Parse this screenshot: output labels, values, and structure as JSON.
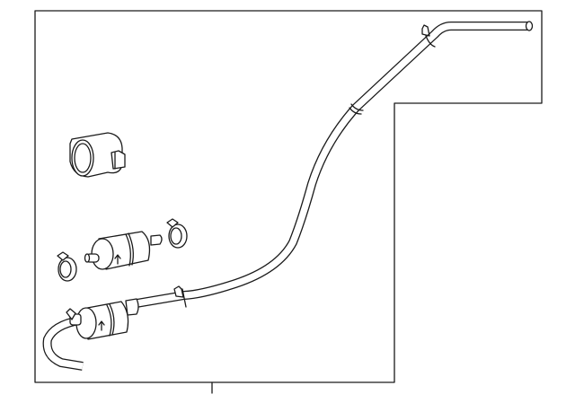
{
  "diagram": {
    "type": "parts-diagram",
    "colors": {
      "line": "#1a1a1a",
      "background": "#ffffff"
    },
    "parts": [
      {
        "name": "fuel-line-hose"
      },
      {
        "name": "sensor-housing"
      },
      {
        "name": "fuel-filter"
      },
      {
        "name": "hose-clamp"
      },
      {
        "name": "hose-clamp"
      },
      {
        "name": "installed-fuel-filter"
      },
      {
        "name": "outlet-hose"
      }
    ]
  }
}
